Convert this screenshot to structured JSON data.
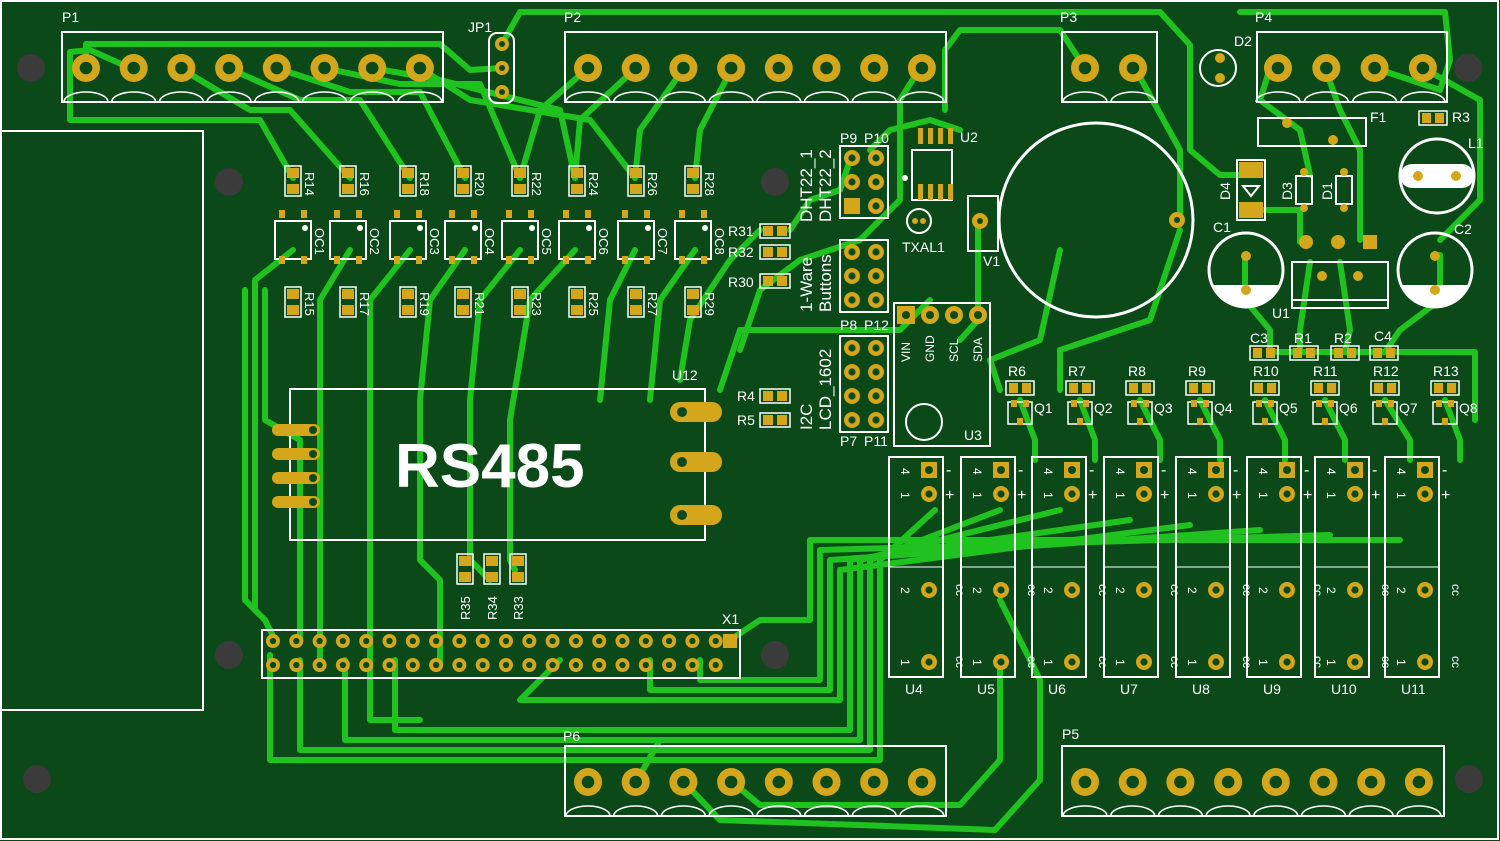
{
  "colors": {
    "substrate": "#0b4a18",
    "copper_trace": "#1fc21f",
    "pad_gold": "#d3a61c",
    "silkscreen": "#ffffff",
    "mount_hole": "#3b3b3b",
    "edge_cut": "#ffffff"
  },
  "connectors": {
    "P1": {
      "label": "P1",
      "pins": 8
    },
    "P2": {
      "label": "P2",
      "pins": 8
    },
    "P3": {
      "label": "P3",
      "pins": 2
    },
    "P4": {
      "label": "P4",
      "pins": 4
    },
    "P5": {
      "label": "P5",
      "pins": 8
    },
    "P6": {
      "label": "P6",
      "pins": 8
    },
    "JP1": {
      "label": "JP1"
    },
    "X1": {
      "label": "X1"
    }
  },
  "resistor_top_row": [
    "R14",
    "R16",
    "R18",
    "R20",
    "R22",
    "R24",
    "R26",
    "R28"
  ],
  "optocouplers": [
    "OC1",
    "OC2",
    "OC3",
    "OC4",
    "OC5",
    "OC6",
    "OC7",
    "OC8"
  ],
  "resistor_bottom_row": [
    "R15",
    "R17",
    "R19",
    "R21",
    "R23",
    "R25",
    "R27",
    "R29"
  ],
  "side_resistors": {
    "r31": "R31",
    "r32": "R32",
    "r30": "R30",
    "r4": "R4",
    "r5": "R5"
  },
  "silk_headers": {
    "dht1": "DHT22_1",
    "dht2": "DHT22_2",
    "one_wire": "1-Ware",
    "buttons": "Buttons",
    "i2c": "I2C",
    "lcd": "LCD_1602",
    "p9": "P9",
    "p10": "P10",
    "p8": "P8",
    "p12": "P12",
    "p7": "P7",
    "p11": "P11"
  },
  "ic_labels": {
    "u2": "U2",
    "u3": "U3",
    "u12": "U12",
    "txal": "TXAL1",
    "v1": "V1",
    "u1": "U1"
  },
  "u3_pins": [
    "VIN",
    "GND",
    "SCL",
    "SDA"
  ],
  "rs485_label": "RS485",
  "power_parts": {
    "d2": "D2",
    "f1": "F1",
    "r3": "R3",
    "l1": "L1",
    "d4": "D4",
    "d3": "D3",
    "d1": "D1",
    "c1": "C1",
    "c2": "C2",
    "c3": "C3",
    "r1": "R1",
    "r2": "R2",
    "c4": "C4"
  },
  "mosfet_resistors": [
    "R6",
    "R7",
    "R8",
    "R9",
    "R10",
    "R11",
    "R12",
    "R13"
  ],
  "mosfets": [
    "Q1",
    "Q2",
    "Q3",
    "Q4",
    "Q5",
    "Q6",
    "Q7",
    "Q8"
  ],
  "relays": [
    "U4",
    "U5",
    "U6",
    "U7",
    "U8",
    "U9",
    "U10",
    "U11"
  ],
  "relay_pin_marks": {
    "p4": "4",
    "p1": "1",
    "minus": "-",
    "plus": "+",
    "p2": "2",
    "pin1": "1",
    "c": "c"
  },
  "pullup_resistors": [
    "R35",
    "R34",
    "R33"
  ]
}
